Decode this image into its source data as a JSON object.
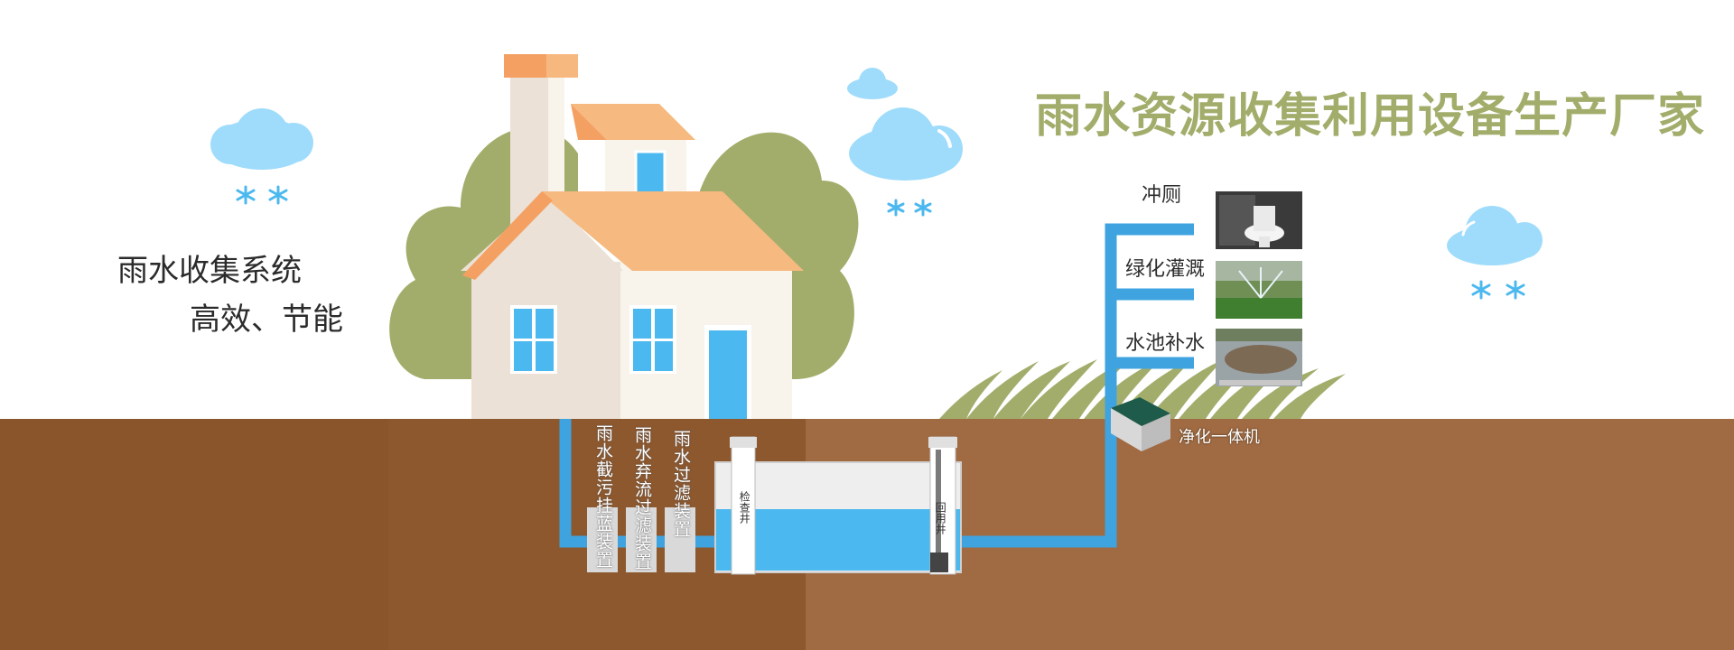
{
  "headline": "雨水资源收集利用设备生产厂家",
  "slogan": {
    "line1": "雨水收集系统",
    "line2": "高效、节能"
  },
  "uses": [
    {
      "label": "冲厕",
      "icon": "toilet-photo"
    },
    {
      "label": "绿化灌溉",
      "icon": "sprinkler-photo"
    },
    {
      "label": "水池补水",
      "icon": "pond-photo"
    }
  ],
  "devices": {
    "d1": "雨水截污挂蓝装置",
    "d2": "雨水弃流过滤装置",
    "d3": "雨水过滤装置",
    "inspection_well": "检查井",
    "reuse_well": "回用井",
    "purifier": "净化一体机"
  },
  "colors": {
    "headline": "#a3ad6b",
    "pipe": "#3fa3e0",
    "water": "#4bb8ef",
    "soil_left": "#8a552b",
    "soil_right": "#a06a42",
    "tree": "#a3ad6b",
    "roof": "#f6b97f",
    "cloud": "#9fdcfb"
  }
}
